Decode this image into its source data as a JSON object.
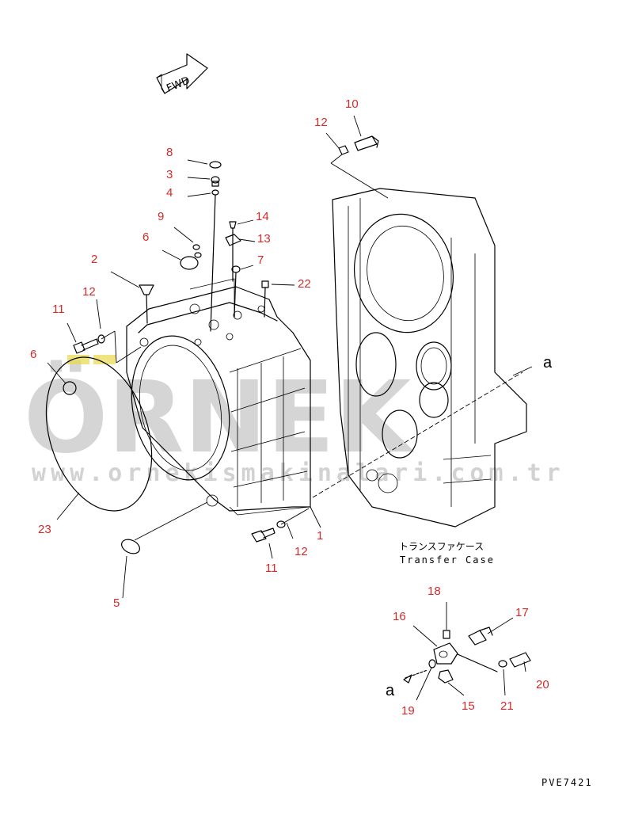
{
  "fwd_label": "FWD",
  "callouts": [
    {
      "id": "c1",
      "label": "1"
    },
    {
      "id": "c2",
      "label": "2"
    },
    {
      "id": "c3",
      "label": "3"
    },
    {
      "id": "c4",
      "label": "4"
    },
    {
      "id": "c5",
      "label": "5"
    },
    {
      "id": "c6a",
      "label": "6"
    },
    {
      "id": "c6b",
      "label": "6"
    },
    {
      "id": "c7",
      "label": "7"
    },
    {
      "id": "c8",
      "label": "8"
    },
    {
      "id": "c9",
      "label": "9"
    },
    {
      "id": "c10",
      "label": "10"
    },
    {
      "id": "c11a",
      "label": "11"
    },
    {
      "id": "c11b",
      "label": "11"
    },
    {
      "id": "c12a",
      "label": "12"
    },
    {
      "id": "c12b",
      "label": "12"
    },
    {
      "id": "c12c",
      "label": "12"
    },
    {
      "id": "c13",
      "label": "13"
    },
    {
      "id": "c14",
      "label": "14"
    },
    {
      "id": "c15",
      "label": "15"
    },
    {
      "id": "c16",
      "label": "16"
    },
    {
      "id": "c17",
      "label": "17"
    },
    {
      "id": "c18",
      "label": "18"
    },
    {
      "id": "c19",
      "label": "19"
    },
    {
      "id": "c20",
      "label": "20"
    },
    {
      "id": "c21",
      "label": "21"
    },
    {
      "id": "c22",
      "label": "22"
    },
    {
      "id": "c23",
      "label": "23"
    }
  ],
  "ref_a_top": "a",
  "ref_a_bottom": "a",
  "transfer_case_jp": "トランスファケース",
  "transfer_case_en": "Transfer Case",
  "drawing_code": "PVE7421",
  "watermark": {
    "logo": "ÖRNEK",
    "url": "www.ornekismakinalari.com.tr",
    "color": "#c8c8c8"
  },
  "callout_color": "#d42a2a"
}
